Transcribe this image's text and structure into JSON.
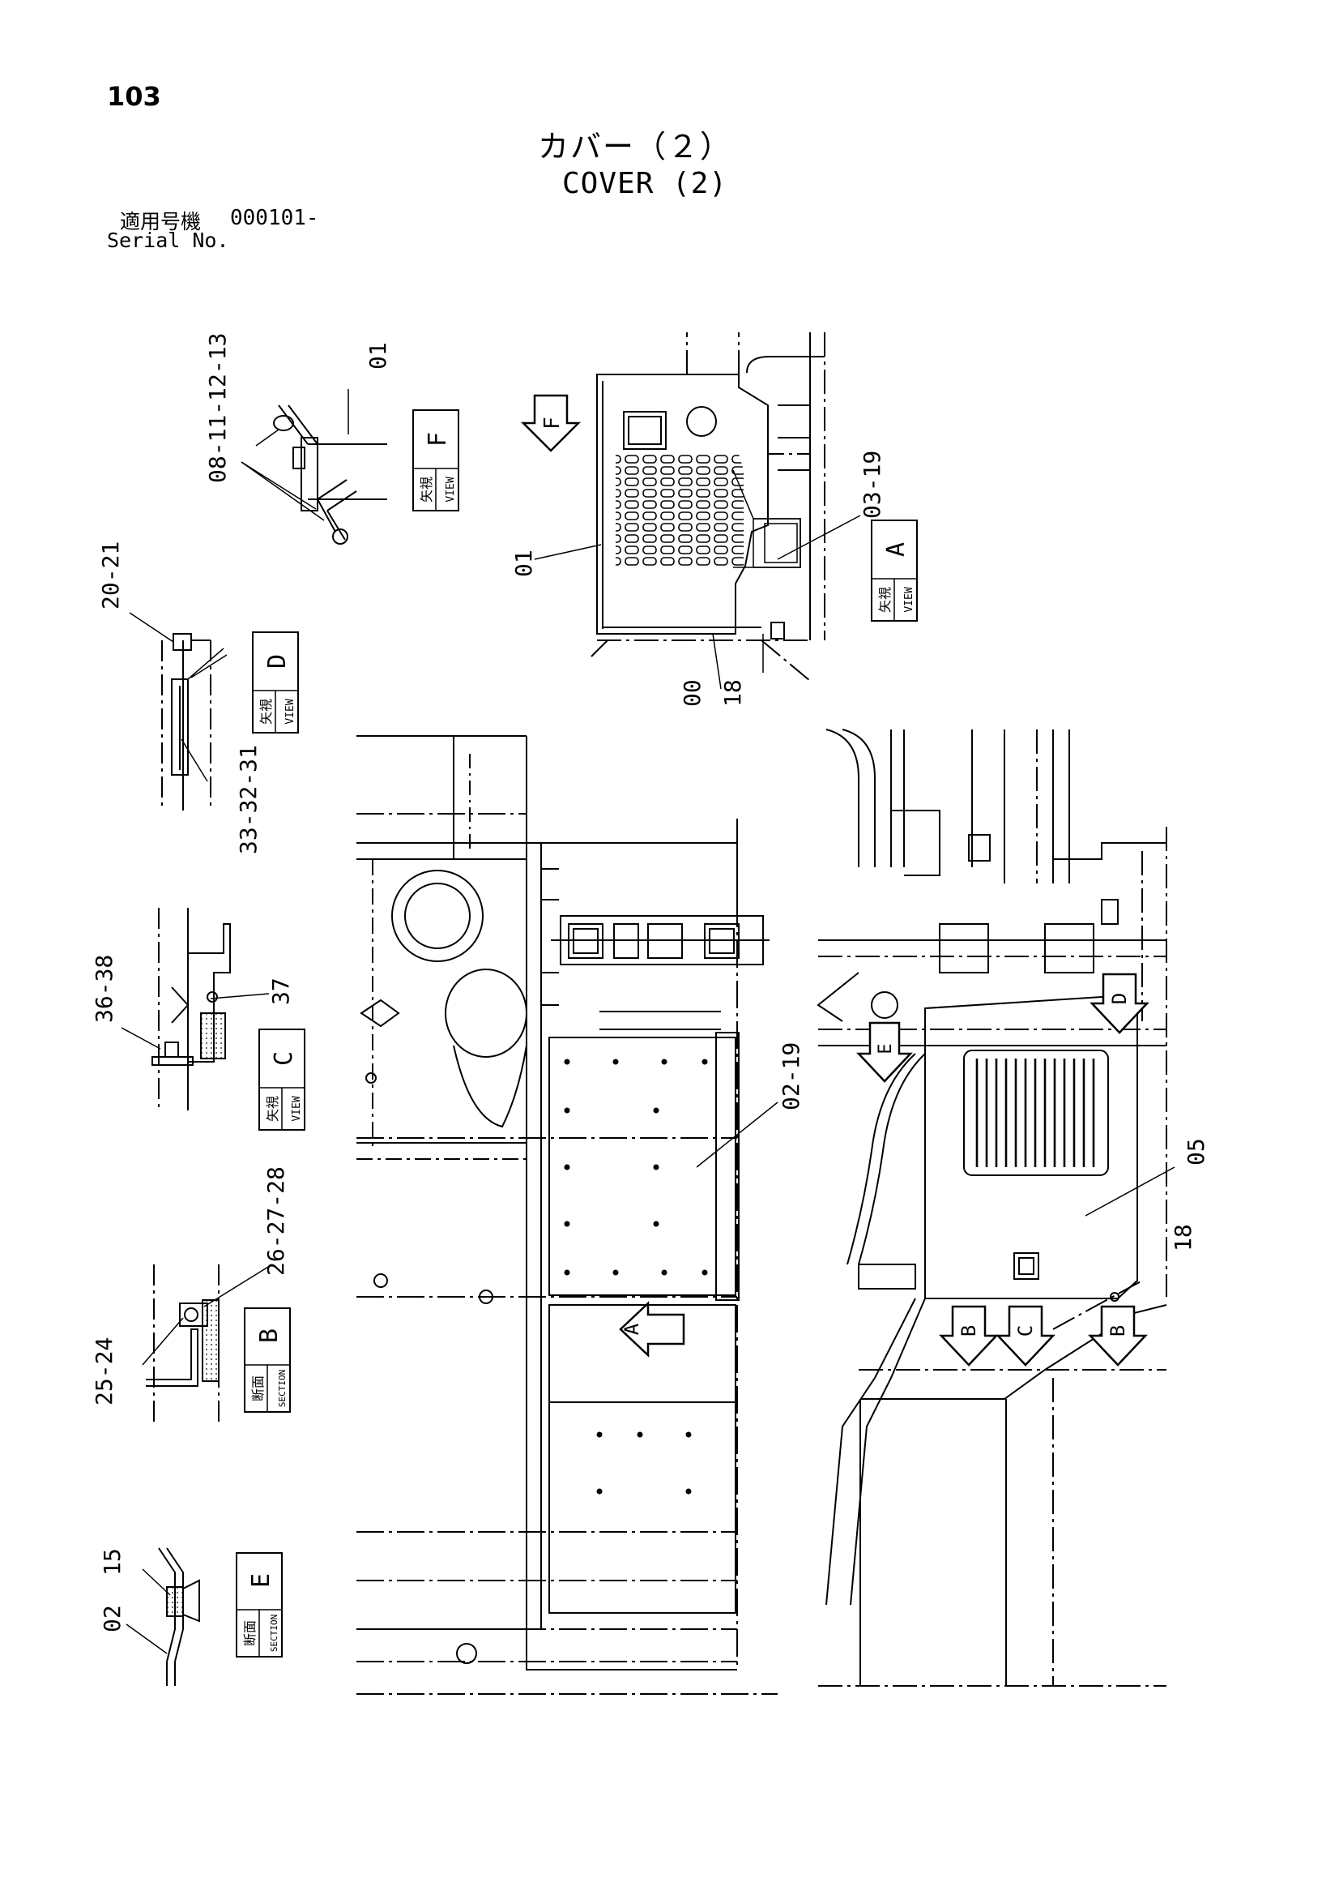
{
  "header": {
    "page_number": "103",
    "title_ja": "カバー（２）",
    "title_en": "COVER (2)",
    "serial_label_ja": "適用号機",
    "serial_value": "000101-",
    "serial_label_en": "Serial No."
  },
  "view_labels": {
    "view_ja": "矢視",
    "view_en": "VIEW",
    "section_ja": "断面",
    "section_en": "SECTION",
    "F": "F",
    "A": "A",
    "D": "D",
    "C": "C",
    "B": "B",
    "E": "E"
  },
  "callouts": {
    "p08_11_12_13": "08-11-12-13",
    "p01_top": "01",
    "p01_left": "01",
    "p03_19": "03-19",
    "p00": "00",
    "p18_top": "18",
    "p20_21": "20-21",
    "p33_32_31": "33-32-31",
    "p36_38": "36-38",
    "p37": "37",
    "p26_27_28": "26-27-28",
    "p25_24": "25-24",
    "p15": "15",
    "p02": "02",
    "p02_19": "02-19",
    "p05": "05",
    "p18_right": "18"
  },
  "arrow_markers": {
    "F": "F",
    "A": "A",
    "E": "E",
    "D": "D",
    "B_left": "B",
    "C": "C",
    "B_right": "B"
  }
}
